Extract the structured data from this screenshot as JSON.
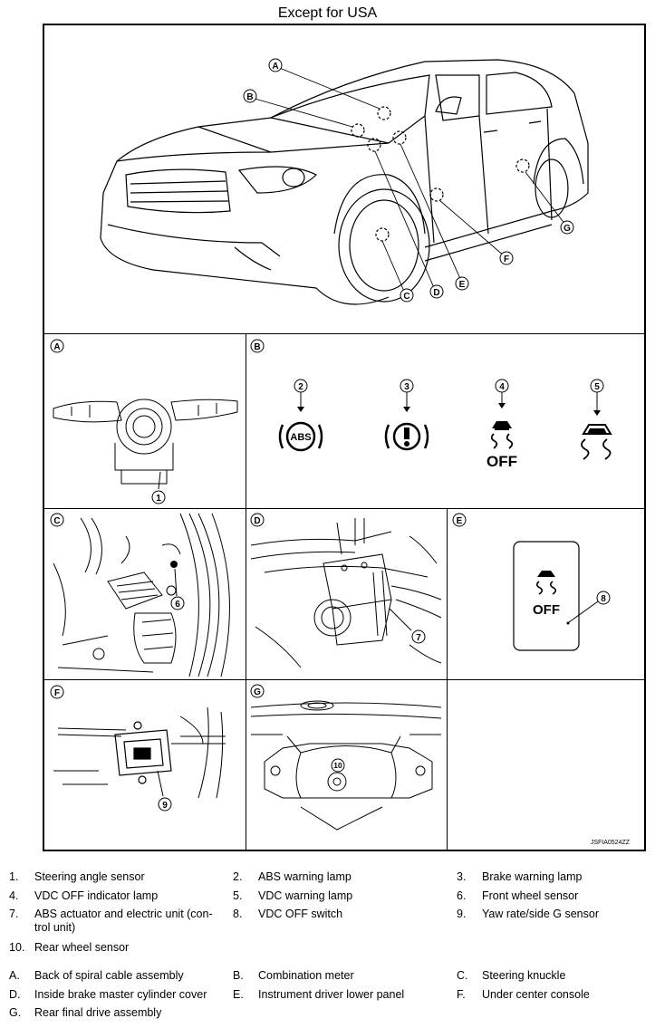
{
  "title": "Except for USA",
  "figure_code": "JSFIA0524ZZ",
  "panels": {
    "A": "A",
    "B": "B",
    "C": "C",
    "D": "D",
    "E": "E",
    "F": "F",
    "G": "G"
  },
  "callouts": {
    "n1": "1",
    "n2": "2",
    "n3": "3",
    "n4": "4",
    "n5": "5",
    "n6": "6",
    "n7": "7",
    "n8": "8",
    "n9": "9",
    "n10": "10"
  },
  "lamp_text": {
    "abs": "ABS",
    "off": "OFF"
  },
  "parts": [
    {
      "num": "1.",
      "label": "Steering angle sensor"
    },
    {
      "num": "2.",
      "label": "ABS warning lamp"
    },
    {
      "num": "3.",
      "label": "Brake warning lamp"
    },
    {
      "num": "4.",
      "label": "VDC OFF indicator lamp"
    },
    {
      "num": "5.",
      "label": "VDC warning lamp"
    },
    {
      "num": "6.",
      "label": "Front wheel sensor"
    },
    {
      "num": "7.",
      "label": "ABS actuator and electric unit (con-",
      "label2": "trol unit)"
    },
    {
      "num": "8.",
      "label": "VDC OFF switch"
    },
    {
      "num": "9.",
      "label": "Yaw rate/side G sensor"
    },
    {
      "num": "10.",
      "label": "Rear wheel sensor"
    }
  ],
  "locations": [
    {
      "num": "A.",
      "label": "Back of spiral cable assembly"
    },
    {
      "num": "B.",
      "label": "Combination meter"
    },
    {
      "num": "C.",
      "label": "Steering knuckle"
    },
    {
      "num": "D.",
      "label": "Inside brake master cylinder cover"
    },
    {
      "num": "E.",
      "label": "Instrument driver lower panel"
    },
    {
      "num": "F.",
      "label": "Under center console"
    },
    {
      "num": "G.",
      "label": "Rear final drive assembly"
    }
  ]
}
